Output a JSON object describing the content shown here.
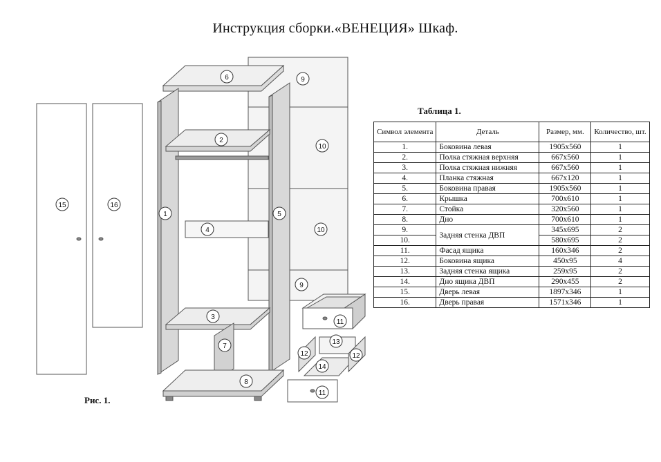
{
  "title": "Инструкция сборки.«ВЕНЕЦИЯ» Шкаф.",
  "figure_caption": "Рис. 1.",
  "table_caption": "Таблица 1.",
  "table": {
    "headers": [
      "Символ элемента",
      "Деталь",
      "Размер, мм.",
      "Количество, шт."
    ],
    "rows": [
      {
        "symbol": "1.",
        "detail": "Боковина левая",
        "size": "1905x560",
        "qty": "1"
      },
      {
        "symbol": "2.",
        "detail": "Полка стяжная верхняя",
        "size": "667x560",
        "qty": "1"
      },
      {
        "symbol": "3.",
        "detail": "Полка стяжная нижняя",
        "size": "667x560",
        "qty": "1"
      },
      {
        "symbol": "4.",
        "detail": "Планка стяжная",
        "size": "667x120",
        "qty": "1"
      },
      {
        "symbol": "5.",
        "detail": "Боковина правая",
        "size": "1905x560",
        "qty": "1"
      },
      {
        "symbol": "6.",
        "detail": "Крышка",
        "size": "700x610",
        "qty": "1"
      },
      {
        "symbol": "7.",
        "detail": "Стойка",
        "size": "320x560",
        "qty": "1"
      },
      {
        "symbol": "8.",
        "detail": "Дно",
        "size": "700x610",
        "qty": "1"
      },
      {
        "symbol": "9.",
        "detail": "Задняя стенка ДВП",
        "size": "345x695",
        "qty": "2"
      },
      {
        "symbol": "10.",
        "detail": "",
        "size": "580x695",
        "qty": "2"
      },
      {
        "symbol": "11.",
        "detail": "Фасад ящика",
        "size": "160x346",
        "qty": "2"
      },
      {
        "symbol": "12.",
        "detail": "Боковина ящика",
        "size": "450x95",
        "qty": "4"
      },
      {
        "symbol": "13.",
        "detail": "Задняя стенка ящика",
        "size": "259x95",
        "qty": "2"
      },
      {
        "symbol": "14.",
        "detail": "Дно ящика ДВП",
        "size": "290x455",
        "qty": "2"
      },
      {
        "symbol": "15.",
        "detail": "Дверь левая",
        "size": "1897x346",
        "qty": "1"
      },
      {
        "symbol": "16.",
        "detail": "Дверь правая",
        "size": "1571x346",
        "qty": "1"
      }
    ]
  },
  "callouts": {
    "c1": "1",
    "c2": "2",
    "c3": "3",
    "c4": "4",
    "c5": "5",
    "c6": "6",
    "c7": "7",
    "c8": "8",
    "c9a": "9",
    "c9b": "9",
    "c10a": "10",
    "c10b": "10",
    "c11a": "11",
    "c11b": "11",
    "c12a": "12",
    "c12b": "12",
    "c13": "13",
    "c14": "14",
    "c15": "15",
    "c16": "16"
  }
}
